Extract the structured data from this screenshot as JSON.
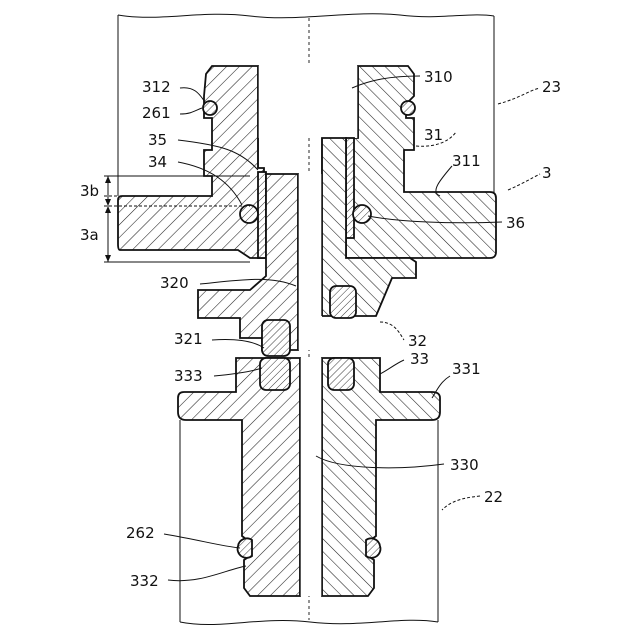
{
  "figure": {
    "labels": {
      "l312": "312",
      "l261": "261",
      "l35": "35",
      "l34": "34",
      "l3b": "3b",
      "l3a": "3a",
      "l320": "320",
      "l321": "321",
      "l333": "333",
      "l262": "262",
      "l332": "332",
      "l310": "310",
      "l23": "23",
      "l31": "31",
      "l311": "311",
      "l3": "3",
      "l36": "36",
      "l32": "32",
      "l33": "33",
      "l331": "331",
      "l330": "330",
      "l22": "22"
    }
  }
}
